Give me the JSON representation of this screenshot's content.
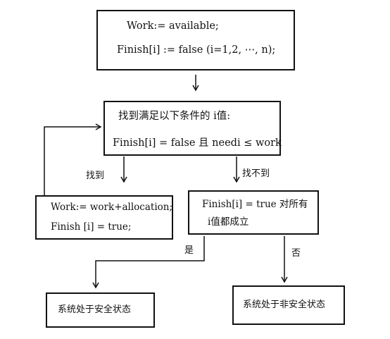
{
  "boxes": {
    "init": {
      "line1": "Work:= available;",
      "line2": "Finish[i] := false (i=1,2, ⋯, n);"
    },
    "find": {
      "line1": "找到满足以下条件的 i值:",
      "line2": "Finish[i] = false 且 needi ≤ work"
    },
    "update": {
      "line1": "Work:= work+allocation;",
      "line2": "Finish [i] = true;"
    },
    "check": {
      "line1": "Finish[i] = true 对所有",
      "line2": "i值都成立"
    },
    "safe": {
      "text": "系统处于安全状态"
    },
    "unsafe": {
      "text": "系统处于非安全状态"
    }
  },
  "labels": {
    "found": "找到",
    "not_found": "找不到",
    "yes": "是",
    "no": "否"
  }
}
